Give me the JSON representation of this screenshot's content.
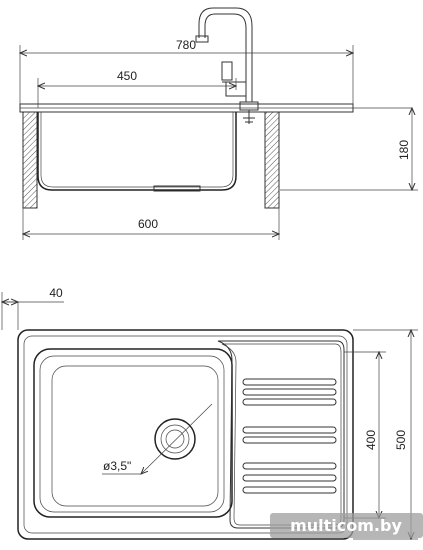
{
  "side_view": {
    "dim_top": "780",
    "dim_bowl": "450",
    "dim_height": "180",
    "dim_base": "600"
  },
  "plan_view": {
    "dim_offset": "40",
    "dim_drain": "ø3,5\"",
    "dim_inner": "400",
    "dim_outer": "500",
    "drainer_grooves": 8
  },
  "watermark": {
    "text": "multicom.by"
  }
}
